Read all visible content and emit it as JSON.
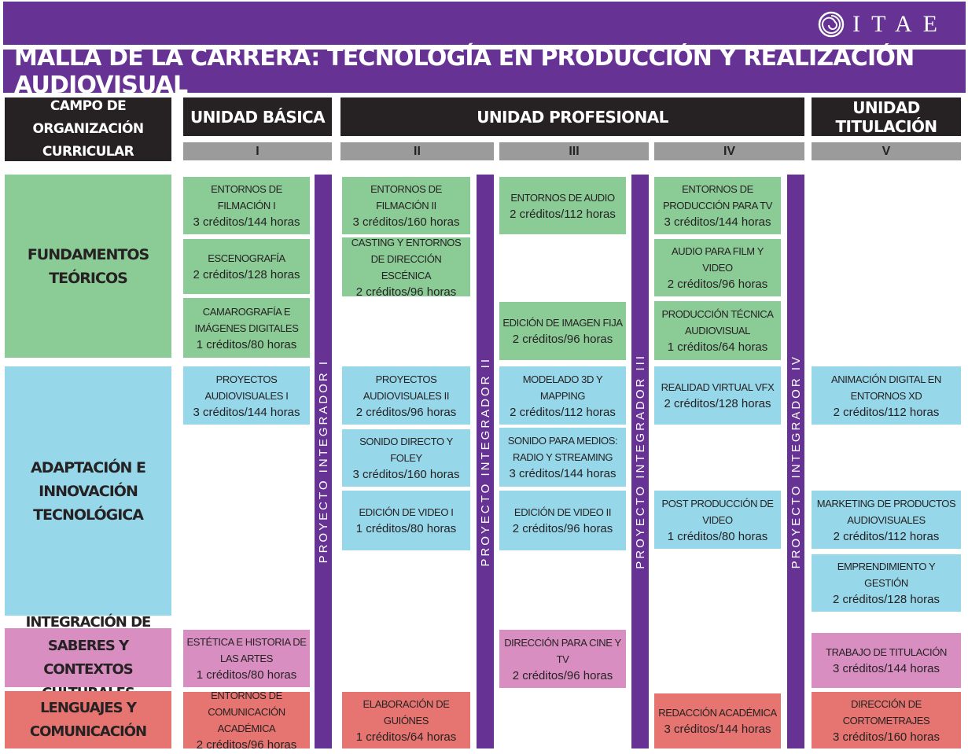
{
  "header": {
    "logo_text": "ITAE",
    "title": "MALLA  DE LA CARRERA: TECNOLOGÍA EN PRODUCCIÓN Y REALIZACIÓN AUDIOVISUAL"
  },
  "columns": {
    "campo": "CAMPO DE ORGANIZACIÓN CURRICULAR",
    "unidad_basica": "UNIDAD BÁSICA",
    "unidad_profesional": "UNIDAD PROFESIONAL",
    "unidad_titulacion": "UNIDAD TITULACIÓN",
    "semesters": [
      "I",
      "II",
      "III",
      "IV",
      "V"
    ]
  },
  "categories": {
    "fundamentos": "FUNDAMENTOS TEÓRICOS",
    "adaptacion": "ADAPTACIÓN E INNOVACIÓN TECNOLÓGICA",
    "integracion": "INTEGRACIÓN DE SABERES Y CONTEXTOS CULTURALES",
    "lenguajes": "LENGUAJES Y COMUNICACIÓN"
  },
  "integrators": [
    "PROYECTO INTEGRADOR I",
    "PROYECTO INTEGRADOR II",
    "PROYECTO INTEGRADOR III",
    "PROYECTO INTEGRADOR IV"
  ],
  "courses": {
    "s1_entornos_filmacion": {
      "title": "ENTORNOS DE FILMACIÓN I",
      "credits": "3 créditos/144 horas"
    },
    "s1_escenografia": {
      "title": "ESCENOGRAFÍA",
      "credits": "2 créditos/128 horas"
    },
    "s1_camarografia": {
      "title": "CAMAROGRAFÍA E IMÁGENES DIGITALES",
      "credits": "1 créditos/80 horas"
    },
    "s1_proyectos_av": {
      "title": "PROYECTOS AUDIOVISUALES I",
      "credits": "3 créditos/144 horas"
    },
    "s1_estetica": {
      "title": "ESTÉTICA E HISTORIA DE LAS ARTES",
      "credits": "1 créditos/80 horas"
    },
    "s1_comunicacion": {
      "title": "ENTORNOS DE COMUNICACIÓN ACADÉMICA",
      "credits": "2 créditos/96 horas"
    },
    "s2_entornos_filmacion": {
      "title": "ENTORNOS DE FILMACIÓN II",
      "credits": "3 créditos/160 horas"
    },
    "s2_casting": {
      "title": "CASTING Y ENTORNOS DE DIRECCIÓN ESCÉNICA",
      "credits": "2 créditos/96 horas"
    },
    "s2_proyectos_av": {
      "title": "PROYECTOS AUDIOVISUALES II",
      "credits": "2 créditos/96 horas"
    },
    "s2_sonido_directo": {
      "title": "SONIDO DIRECTO Y FOLEY",
      "credits": "3 créditos/160 horas"
    },
    "s2_edicion_video": {
      "title": "EDICIÓN DE VIDEO I",
      "credits": "1 créditos/80 horas"
    },
    "s2_guiones": {
      "title": "ELABORACIÓN DE GUIÓNES",
      "credits": "1 créditos/64 horas"
    },
    "s3_audio": {
      "title": "ENTORNOS DE AUDIO",
      "credits": "2 créditos/112 horas"
    },
    "s3_imagen_fija": {
      "title": "EDICIÓN DE IMAGEN FIJA",
      "credits": "2 créditos/96 horas"
    },
    "s3_modelado": {
      "title": "MODELADO 3D Y MAPPING",
      "credits": "2 créditos/112 horas"
    },
    "s3_sonido_medios": {
      "title": "SONIDO PARA MEDIOS: RADIO Y STREAMING",
      "credits": "3 créditos/144 horas"
    },
    "s3_edicion_video": {
      "title": "EDICIÓN DE VIDEO II",
      "credits": "2 créditos/96 horas"
    },
    "s3_direccion_cine": {
      "title": "DIRECCIÓN PARA CINE Y TV",
      "credits": "2 créditos/96 horas"
    },
    "s4_produccion_tv": {
      "title": "ENTORNOS DE PRODUCCIÓN PARA TV",
      "credits": "3 créditos/144 horas"
    },
    "s4_audio_film": {
      "title": "AUDIO PARA FILM Y VIDEO",
      "credits": "2 créditos/96 horas"
    },
    "s4_produccion_tecnica": {
      "title": "PRODUCCIÓN TÉCNICA AUDIOVISUAL",
      "credits": "1 créditos/64 horas"
    },
    "s4_realidad_virtual": {
      "title": "REALIDAD VIRTUAL VFX",
      "credits": "2 créditos/128 horas"
    },
    "s4_post_produccion": {
      "title": "POST PRODUCCIÓN DE VIDEO",
      "credits": "1 créditos/80 horas"
    },
    "s4_redaccion": {
      "title": "REDACCIÓN ACADÉMICA",
      "credits": "3 créditos/144 horas"
    },
    "s5_animacion": {
      "title": "ANIMACIÓN DIGITAL EN ENTORNOS XD",
      "credits": "2 créditos/112 horas"
    },
    "s5_marketing": {
      "title": "MARKETING DE PRODUCTOS AUDIOVISUALES",
      "credits": "2 créditos/112 horas"
    },
    "s5_emprendimiento": {
      "title": "EMPRENDIMIENTO Y GESTIÓN",
      "credits": "2 créditos/128 horas"
    },
    "s5_titulacion": {
      "title": "TRABAJO DE TITULACIÓN",
      "credits": "3 créditos/144 horas"
    },
    "s5_cortometrajes": {
      "title": "DIRECCIÓN DE CORTOMETRAJES",
      "credits": "3 créditos/160 horas"
    }
  },
  "colors": {
    "purple": "#663294",
    "dark": "#262223",
    "green": "#8bcb96",
    "blue": "#96d7e9",
    "pink": "#d98ec2",
    "red": "#e67470"
  }
}
